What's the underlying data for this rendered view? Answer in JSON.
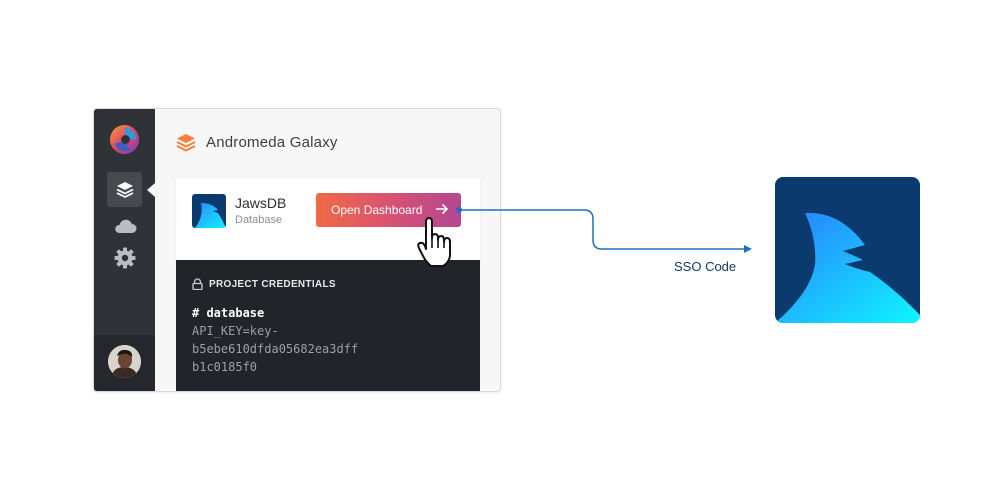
{
  "app": {
    "name": "Andromeda Galaxy"
  },
  "sidebar": {
    "items": [
      {
        "icon": "layers-icon",
        "active": true
      },
      {
        "icon": "cloud-icon",
        "active": false
      },
      {
        "icon": "gear-icon",
        "active": false
      }
    ]
  },
  "addon": {
    "name": "JawsDB",
    "type": "Database",
    "button_label": "Open Dashboard",
    "button_icon": "arrow-right-icon"
  },
  "credentials": {
    "title": "PROJECT CREDENTIALS",
    "comment": "# database",
    "lines": [
      "API_KEY=key-",
      "b5ebe610dfda05682ea3dff",
      "b1c0185f0"
    ]
  },
  "flow": {
    "label": "SSO Code"
  },
  "colors": {
    "sidebar": "#2f3338",
    "button_start": "#f06a45",
    "button_end": "#b4478f",
    "connector": "#1f6fbf",
    "jaws_navy": "#0b3a6e",
    "jaws_cyan": "#10f0ff"
  }
}
